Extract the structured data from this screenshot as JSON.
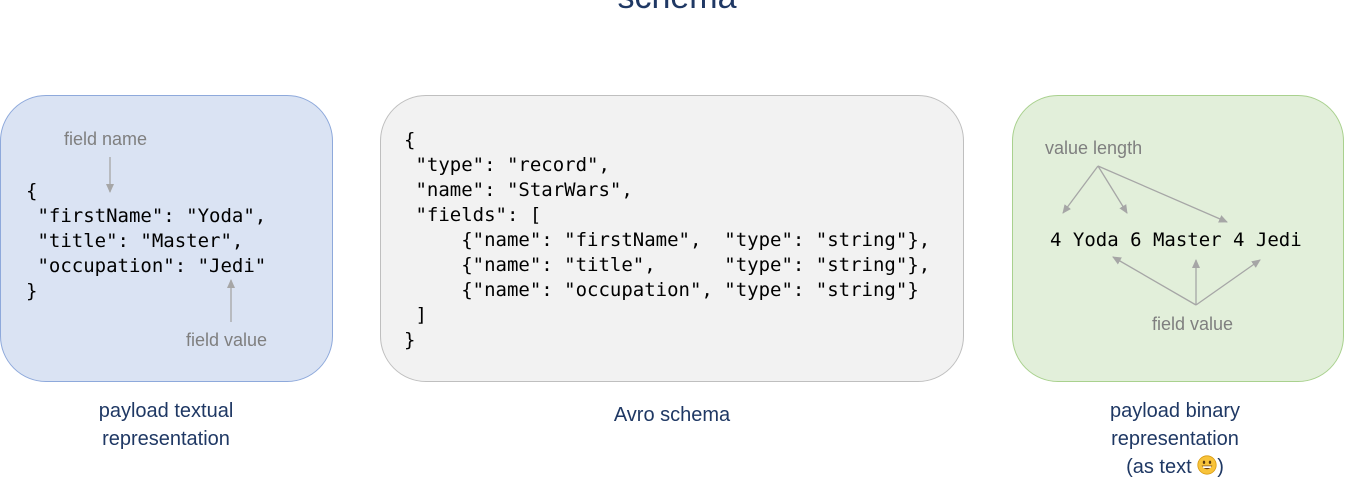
{
  "title": "schema",
  "textual": {
    "field_name_label": "field name",
    "field_value_label": "field value",
    "code_lines": [
      "{",
      " \"firstName\": \"Yoda\",",
      " \"title\": \"Master\",",
      " \"occupation\": \"Jedi\"",
      "}"
    ],
    "caption_lines": [
      "payload textual",
      "representation"
    ]
  },
  "schema": {
    "code_lines": [
      "{",
      " \"type\": \"record\",",
      " \"name\": \"StarWars\",",
      " \"fields\": [",
      "     {\"name\": \"firstName\",  \"type\": \"string\"},",
      "     {\"name\": \"title\",      \"type\": \"string\"},",
      "     {\"name\": \"occupation\", \"type\": \"string\"}",
      " ]",
      "}"
    ],
    "caption": "Avro schema"
  },
  "binary": {
    "value_length_label": "value length",
    "field_value_label": "field value",
    "code": "4 Yoda 6 Master 4 Jedi",
    "caption_lines": [
      "payload binary",
      "representation"
    ],
    "caption_line3_text": "(as text ",
    "caption_line3_end": ")",
    "emoji_icon": "grinning-face-emoji"
  },
  "colors": {
    "title": "#1f3864",
    "blue_card": "#dae3f3",
    "gray_card": "#f2f2f2",
    "green_card": "#e2efda",
    "annotation": "#7f7f7f"
  }
}
